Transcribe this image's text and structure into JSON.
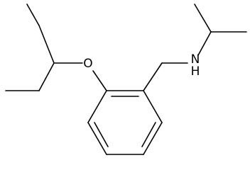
{
  "molecule": {
    "atoms": {
      "oxygen": "O",
      "nitrogen": "N",
      "hydrogen": "H"
    },
    "colors": {
      "bond": "#000000",
      "label": "#000000",
      "background": "#ffffff"
    }
  }
}
